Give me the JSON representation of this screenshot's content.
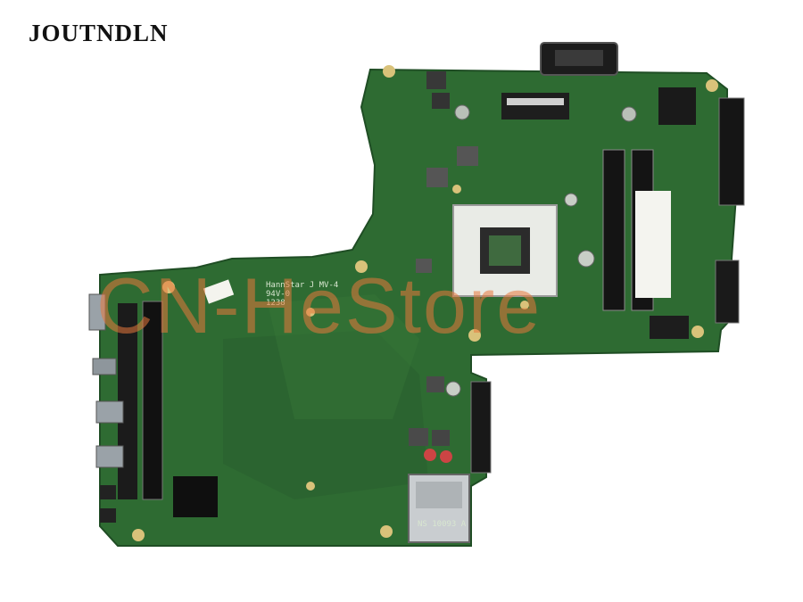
{
  "brand": {
    "name": "JOUTNDLN"
  },
  "photo": {
    "subject": "laptop motherboard",
    "board_color": "#2e6b32",
    "silkscreen": {
      "maker": "HannStar J MV-4",
      "rating": "94V-0",
      "date": "1238",
      "card_slot": "NS 10093 A"
    }
  },
  "watermark": {
    "text": "CN-HeStore",
    "color": "#e8783c"
  }
}
